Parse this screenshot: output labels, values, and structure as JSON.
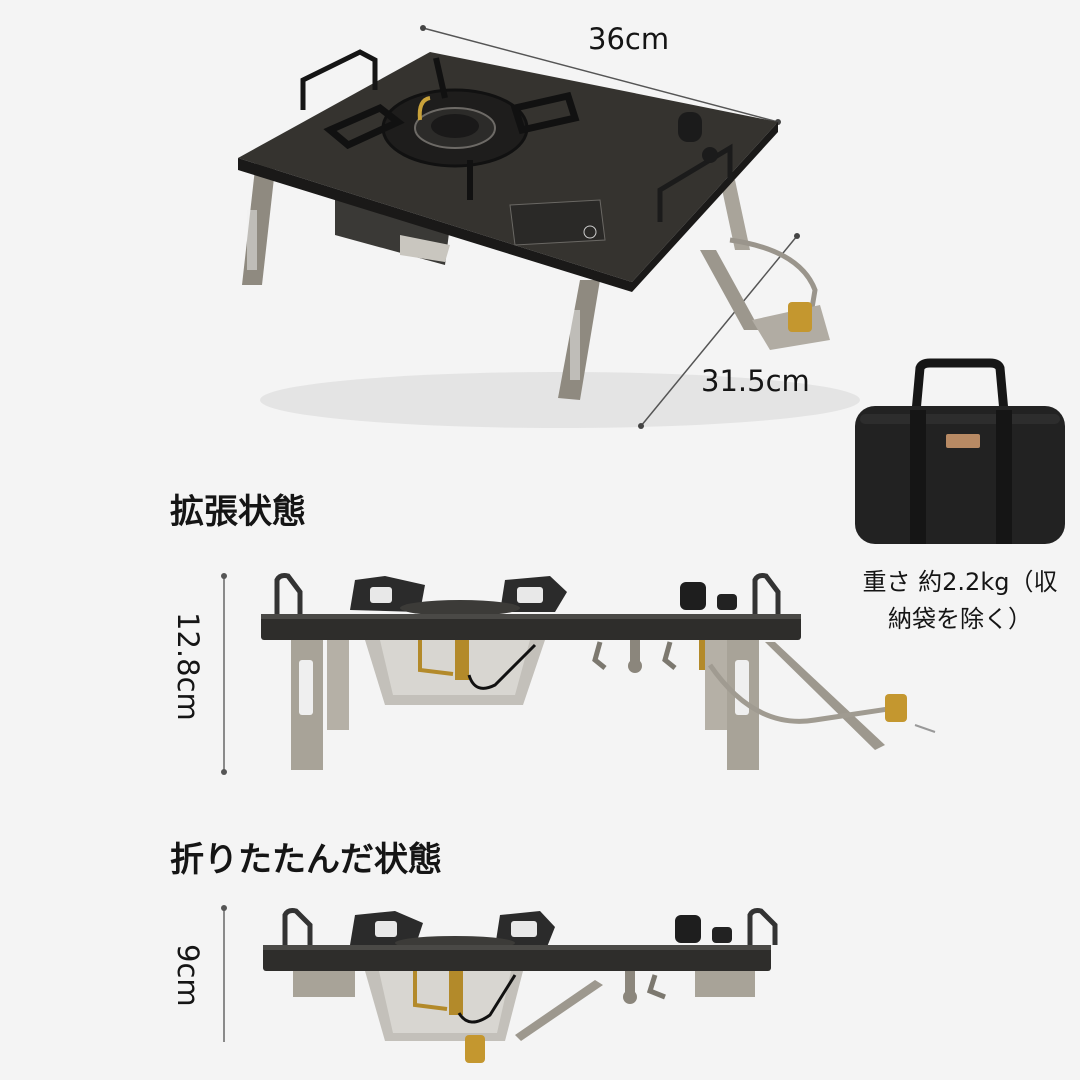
{
  "top_view": {
    "width_label": "36cm",
    "depth_label": "31.5cm"
  },
  "expanded_section": {
    "title": "拡張状態",
    "height_label": "12.8cm"
  },
  "folded_section": {
    "title": "折りたたんだ状態",
    "height_label": "9cm"
  },
  "weight_note": {
    "line1": "重さ 約2.2kg（収",
    "line2": "納袋を除く）"
  },
  "colors": {
    "background": "#f4f4f4",
    "stove_top": "#2e2d2b",
    "metal": "#a9a49a",
    "brass": "#b8902e",
    "bag": "#1e1e1e",
    "dimension_line": "#555555"
  }
}
